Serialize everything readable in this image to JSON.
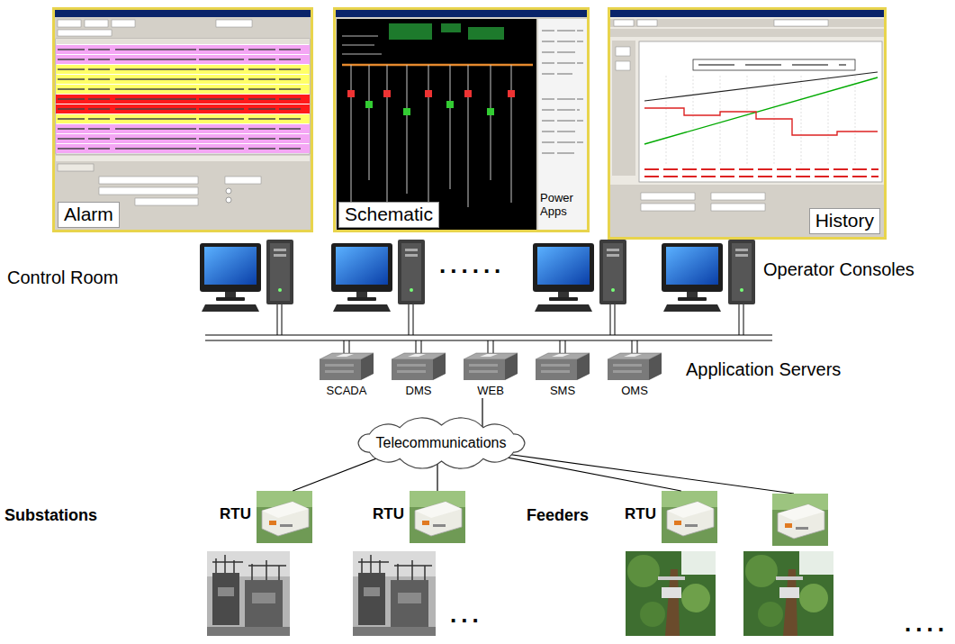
{
  "diagram": {
    "nodes": [
      {
        "text": [
          "Alarm"
        ]
      },
      {
        "text": [
          "Schematic",
          "Power Apps"
        ]
      },
      {
        "text": [
          "History"
        ]
      },
      {
        "text": [
          "SCADA"
        ]
      },
      {
        "text": [
          "DMS"
        ]
      },
      {
        "text": [
          "WEB"
        ]
      },
      {
        "text": [
          "SMS"
        ]
      },
      {
        "text": [
          "OMS"
        ]
      },
      {
        "text": [
          "Telecommunications"
        ]
      },
      {
        "text": [
          "RTU"
        ]
      },
      {
        "text": [
          "RTU"
        ]
      },
      {
        "text": [
          "RTU"
        ]
      }
    ],
    "edges": [
      {
        "from": 5,
        "to": 8,
        "arrow": "none"
      },
      {
        "from": 8,
        "to": 9,
        "arrow": "none"
      },
      {
        "from": 8,
        "to": 10,
        "arrow": "none"
      },
      {
        "from": 8,
        "to": 11,
        "arrow": "none"
      }
    ],
    "labels": [
      "Control Room",
      "Operator Consoles",
      "......",
      "Application Servers",
      "Substations",
      "...",
      "Feeders",
      "...."
    ]
  }
}
